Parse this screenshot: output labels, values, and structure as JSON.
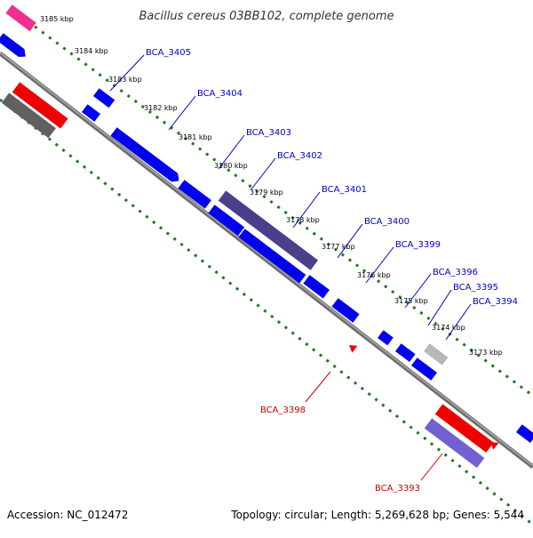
{
  "title": "Bacillus cereus 03BB102, complete genome",
  "footer": {
    "accession": "Accession: NC_012472",
    "summary": "Topology: circular; Length: 5,269,628 bp; Genes: 5,544"
  },
  "colors": {
    "background": "#ffffff",
    "backbone": "#808080",
    "tick": "#1a7a1a",
    "gene_forward": "#0000ee",
    "gene_label_forward": "#0000cc",
    "gene_label_reverse": "#cc0000",
    "gene_reverse": "#ee0000",
    "gene_dark": "#4a3f8a",
    "gene_pink": "#f0308f",
    "gene_grey": "#606060",
    "gene_light_grey": "#b8b8b8",
    "gene_lavender": "#7060d0"
  },
  "ticks": [
    "3185 kbp",
    "3184 kbp",
    "3183 kbp",
    "3182 kbp",
    "3181 kbp",
    "3180 kbp",
    "3179 kbp",
    "3178 kbp",
    "3177 kbp",
    "3176 kbp",
    "3175 kbp",
    "3174 kbp",
    "3173 kbp"
  ],
  "labels_forward": [
    "BCA_3405",
    "BCA_3404",
    "BCA_3403",
    "BCA_3402",
    "BCA_3401",
    "BCA_3400",
    "BCA_3399",
    "BCA_3396",
    "BCA_3395",
    "BCA_3394"
  ],
  "labels_reverse": [
    "BCA_3398",
    "BCA_3393"
  ]
}
